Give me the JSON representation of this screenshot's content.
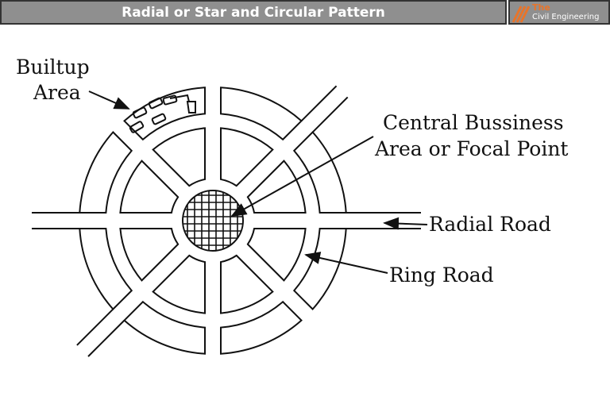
{
  "header": {
    "title": "Radial or Star and Circular Pattern"
  },
  "logo": {
    "line1": "The",
    "line2": "Civil Engineering",
    "accent": "#e8742a"
  },
  "labels": {
    "builtup1": "Builtup",
    "builtup2": "Area",
    "cbd1": "Central Bussiness",
    "cbd2": "Area or Focal Point",
    "radial": "Radial Road",
    "ring": "Ring Road"
  }
}
